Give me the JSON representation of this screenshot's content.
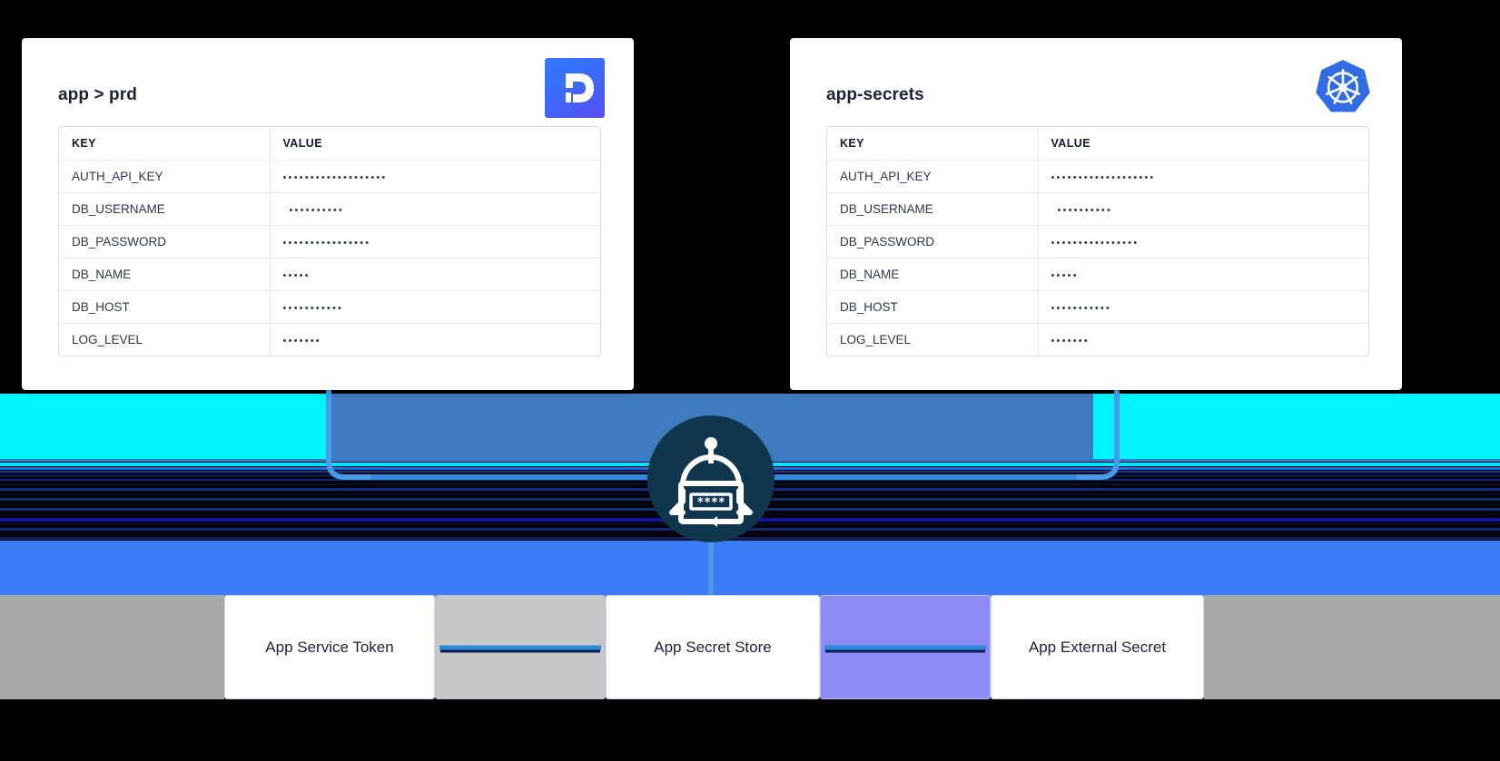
{
  "colors": {
    "accent_blue": "#3b7cf6",
    "cyan": "#00f5ff",
    "steel": "#3f7cbf",
    "robot_circle": "#10364e",
    "doppler_gradient_start": "#2f7bff",
    "doppler_gradient_end": "#5a4df0",
    "kubernetes_blue": "#326ce5",
    "node_purple": "#8d8cf5",
    "node_silver": "#c7c7c7",
    "node_gray": "#a8a8a8",
    "connector_blue": "#4a9ae8"
  },
  "cards": [
    {
      "title": "app > prd",
      "logo": "doppler-logo",
      "columns": [
        "KEY",
        "VALUE"
      ],
      "rows": [
        {
          "key": "AUTH_API_KEY",
          "value": "•••••••••••••••••••",
          "indent": false
        },
        {
          "key": "DB_USERNAME",
          "value": "••••••••••",
          "indent": true
        },
        {
          "key": "DB_PASSWORD",
          "value": "••••••••••••••••",
          "indent": false
        },
        {
          "key": "DB_NAME",
          "value": "•••••",
          "indent": false
        },
        {
          "key": "DB_HOST",
          "value": "•••••••••••",
          "indent": false
        },
        {
          "key": "LOG_LEVEL",
          "value": "•••••••",
          "indent": false
        }
      ]
    },
    {
      "title": "app-secrets",
      "logo": "kubernetes-logo",
      "columns": [
        "KEY",
        "VALUE"
      ],
      "rows": [
        {
          "key": "AUTH_API_KEY",
          "value": "•••••••••••••••••••",
          "indent": false
        },
        {
          "key": "DB_USERNAME",
          "value": "••••••••••",
          "indent": true
        },
        {
          "key": "DB_PASSWORD",
          "value": "••••••••••••••••",
          "indent": false
        },
        {
          "key": "DB_NAME",
          "value": "•••••",
          "indent": false
        },
        {
          "key": "DB_HOST",
          "value": "•••••••••••",
          "indent": false
        },
        {
          "key": "LOG_LEVEL",
          "value": "•••••••",
          "indent": false
        }
      ]
    }
  ],
  "center": {
    "icon": "robot-password-icon",
    "screen_text": "****"
  },
  "bottom_nodes": [
    {
      "label": "",
      "kind": "gray"
    },
    {
      "label": "App  Service Token",
      "kind": "white"
    },
    {
      "label": "",
      "kind": "silver"
    },
    {
      "label": "App Secret Store",
      "kind": "white"
    },
    {
      "label": "",
      "kind": "purple"
    },
    {
      "label": "App External Secret",
      "kind": "white"
    },
    {
      "label": "",
      "kind": "gray"
    }
  ]
}
